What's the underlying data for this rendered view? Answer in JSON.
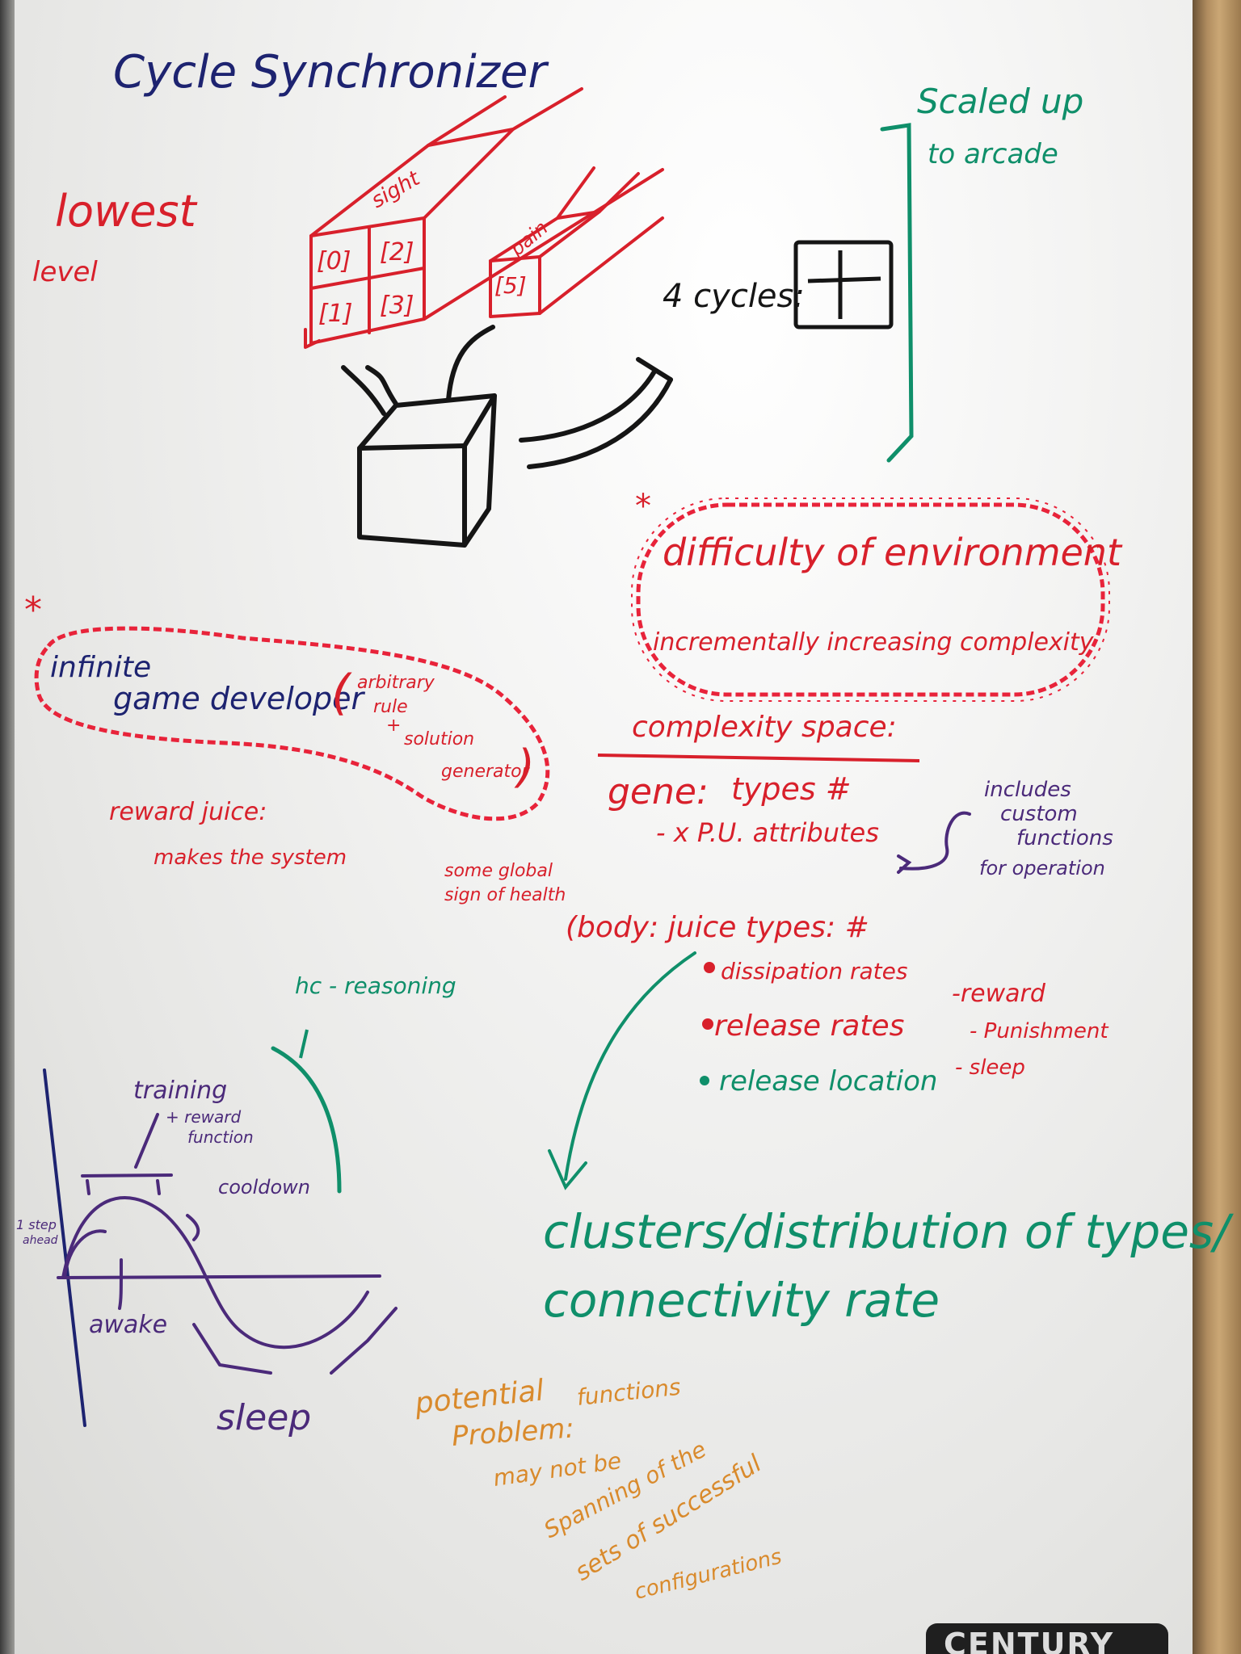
{
  "board": {
    "brand": "CENTURY"
  },
  "notes": {
    "title": "Cycle Synchronizer",
    "lowest": "lowest",
    "level": "level",
    "sight": "sight",
    "pain": "pain",
    "cell_0": "[0]",
    "cell_2": "[2]",
    "cell_1": "[1]",
    "cell_3": "[3]",
    "cell_5": "[5]",
    "cycles": "4 cycles:",
    "scaled_1": "Scaled up",
    "scaled_2": "to arcade",
    "difficulty": "difficulty of environment",
    "incremental": "incrementally increasing complexity",
    "infinite": "infinite",
    "game_dev": "game developer",
    "arbitrary_1": "arbitrary",
    "arbitrary_2": "rule",
    "arbitrary_3": "+",
    "arbitrary_4": "solution",
    "arbitrary_5": "generator",
    "reward_juice": "reward juice:",
    "makes_system": "makes the system",
    "complexity_space": "complexity space:",
    "gene": "gene:",
    "types_hash": "types #",
    "pu_attr": "- x P.U. attributes",
    "includes_1": "includes",
    "includes_2": "custom",
    "includes_3": "functions",
    "includes_4": "for operation",
    "global_1": "some global",
    "global_2": "sign of health",
    "body": "(body: juice types: #",
    "dissipation": "dissipation rates",
    "release_rates": "release rates",
    "release_location": "release location",
    "reward": "-reward",
    "punishment": "- Punishment",
    "sleep_item": "- sleep",
    "hc_reasoning": "hc - reasoning",
    "training": "training",
    "reward_function_1": "+ reward",
    "reward_function_2": "function",
    "cooldown": "cooldown",
    "one_step": "1 step",
    "one_step_2": "ahead",
    "awake": "awake",
    "sleep": "sleep",
    "clusters": "clusters/distribution of types/",
    "connectivity": "connectivity rate",
    "potential_1": "potential",
    "potential_2": "Problem:",
    "potential_3": "functions",
    "potential_4": "may not be",
    "potential_5": "Spanning of the",
    "potential_6": "sets of successful",
    "potential_7": "configurations"
  }
}
